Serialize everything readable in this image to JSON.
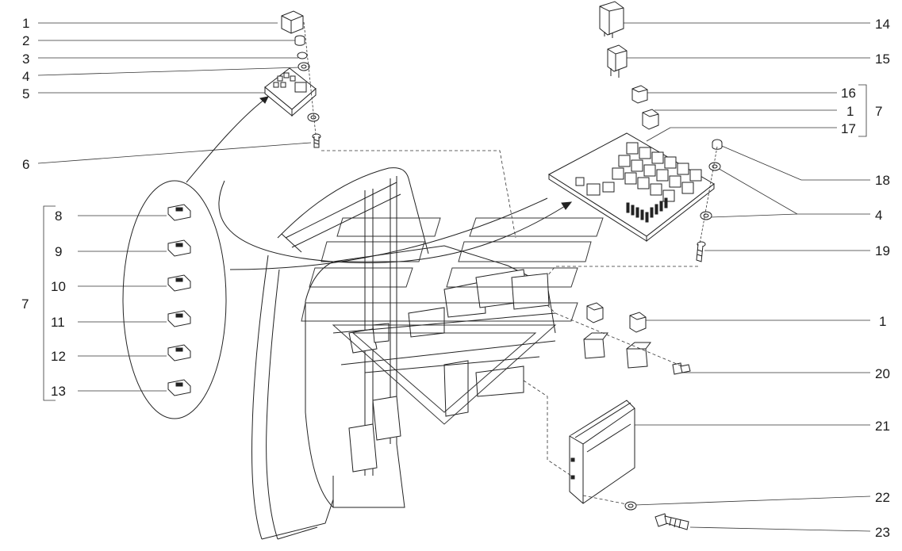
{
  "diagram": {
    "labels_left": [
      {
        "id": "l1",
        "text": "1"
      },
      {
        "id": "l2",
        "text": "2"
      },
      {
        "id": "l3",
        "text": "3"
      },
      {
        "id": "l4",
        "text": "4"
      },
      {
        "id": "l5",
        "text": "5"
      },
      {
        "id": "l6",
        "text": "6"
      },
      {
        "id": "l8",
        "text": "8"
      },
      {
        "id": "l9",
        "text": "9"
      },
      {
        "id": "l10",
        "text": "10"
      },
      {
        "id": "l11",
        "text": "11"
      },
      {
        "id": "l12",
        "text": "12"
      },
      {
        "id": "l13",
        "text": "13"
      },
      {
        "id": "l7",
        "text": "7"
      }
    ],
    "labels_right": [
      {
        "id": "r14",
        "text": "14"
      },
      {
        "id": "r15",
        "text": "15"
      },
      {
        "id": "r16",
        "text": "16"
      },
      {
        "id": "r1a",
        "text": "1"
      },
      {
        "id": "r17",
        "text": "17"
      },
      {
        "id": "r7",
        "text": "7"
      },
      {
        "id": "r18",
        "text": "18"
      },
      {
        "id": "r4",
        "text": "4"
      },
      {
        "id": "r19",
        "text": "19"
      },
      {
        "id": "r1b",
        "text": "1"
      },
      {
        "id": "r20",
        "text": "20"
      },
      {
        "id": "r21",
        "text": "21"
      },
      {
        "id": "r22",
        "text": "22"
      },
      {
        "id": "r23",
        "text": "23"
      }
    ]
  }
}
